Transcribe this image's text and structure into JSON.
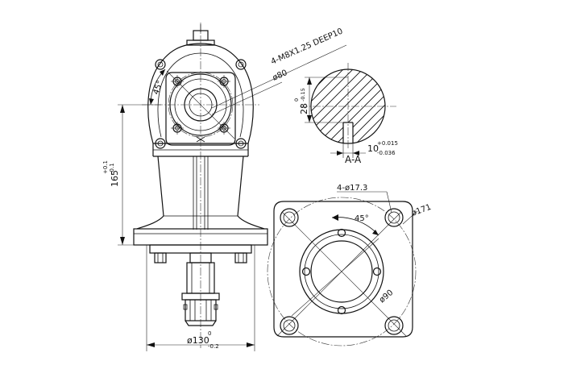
{
  "labels": {
    "thread_callout": "4-M8X1.25 DEEP10",
    "bolt_circle_front": "ø80",
    "angle_front": "45°",
    "height_dim": "165",
    "height_tol_upper": "+0.1",
    "height_tol_lower": "-0.1",
    "base_dim": "ø130",
    "base_tol_upper": "0",
    "base_tol_lower": "-0.2",
    "key_height_dim": "28",
    "key_height_tol_upper": "0",
    "key_height_tol_lower": "-0.15",
    "key_width_dim": "10",
    "key_width_tol_upper": "+0.015",
    "key_width_tol_lower": "-0.036",
    "section_label": "A-A",
    "hole_callout": "4-ø17.3",
    "angle_plate": "45°",
    "plate_circle_dim": "ø171",
    "plate_inner_dim": "ø90"
  }
}
